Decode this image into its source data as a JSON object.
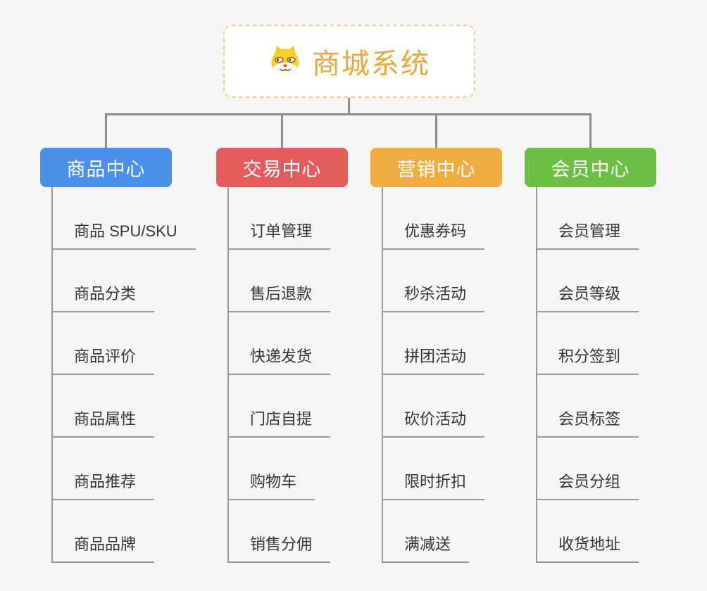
{
  "root": {
    "title": "商城系统",
    "icon": "dog-face-icon"
  },
  "branches": [
    {
      "label": "商品中心",
      "color": "#4A8FE8",
      "items": [
        "商品 SPU/SKU",
        "商品分类",
        "商品评价",
        "商品属性",
        "商品推荐",
        "商品品牌"
      ]
    },
    {
      "label": "交易中心",
      "color": "#E35B5B",
      "items": [
        "订单管理",
        "售后退款",
        "快递发货",
        "门店自提",
        "购物车",
        "销售分佣"
      ]
    },
    {
      "label": "营销中心",
      "color": "#EFAD41",
      "items": [
        "优惠券码",
        "秒杀活动",
        "拼团活动",
        "砍价活动",
        "限时折扣",
        "满减送"
      ]
    },
    {
      "label": "会员中心",
      "color": "#6CBE44",
      "items": [
        "会员管理",
        "会员等级",
        "积分签到",
        "会员标签",
        "会员分组",
        "收货地址"
      ]
    }
  ],
  "colors": {
    "background": "#F5F5F5",
    "connector": "#8C8C8C",
    "item_line": "#999999",
    "item_text": "#333333",
    "root_accent": "#E9A73C",
    "root_border": "#F3CE8B",
    "node_text": "#FFFFFF"
  }
}
